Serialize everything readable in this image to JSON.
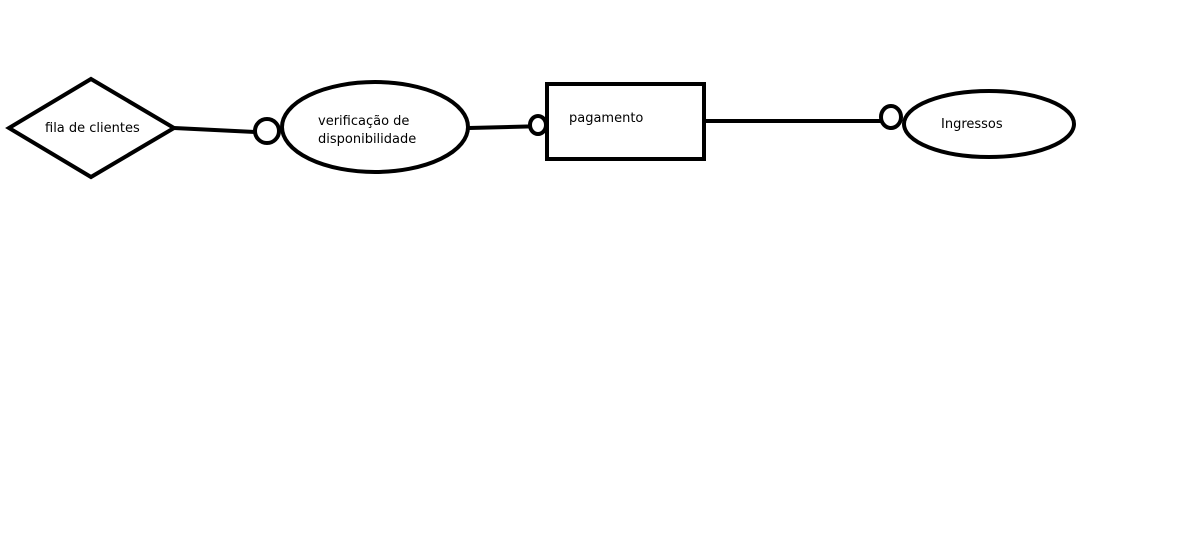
{
  "diagram": {
    "nodes": {
      "fila": {
        "label": "fila de clientes",
        "shape": "diamond"
      },
      "verificacao": {
        "label_line1": "verificação de",
        "label_line2": "disponibilidade",
        "shape": "ellipse"
      },
      "pagamento": {
        "label": "pagamento",
        "shape": "rectangle"
      },
      "ingressos": {
        "label": "Ingressos",
        "shape": "ellipse"
      }
    },
    "edges": [
      {
        "from": "fila de clientes",
        "to": "verificação de disponibilidade",
        "end_marker": "circle"
      },
      {
        "from": "verificação de disponibilidade",
        "to": "pagamento",
        "end_marker": "circle"
      },
      {
        "from": "pagamento",
        "to": "Ingressos",
        "end_marker": "circle"
      }
    ],
    "colors": {
      "stroke": "#000000",
      "fill": "#ffffff",
      "background": "#ffffff"
    }
  }
}
